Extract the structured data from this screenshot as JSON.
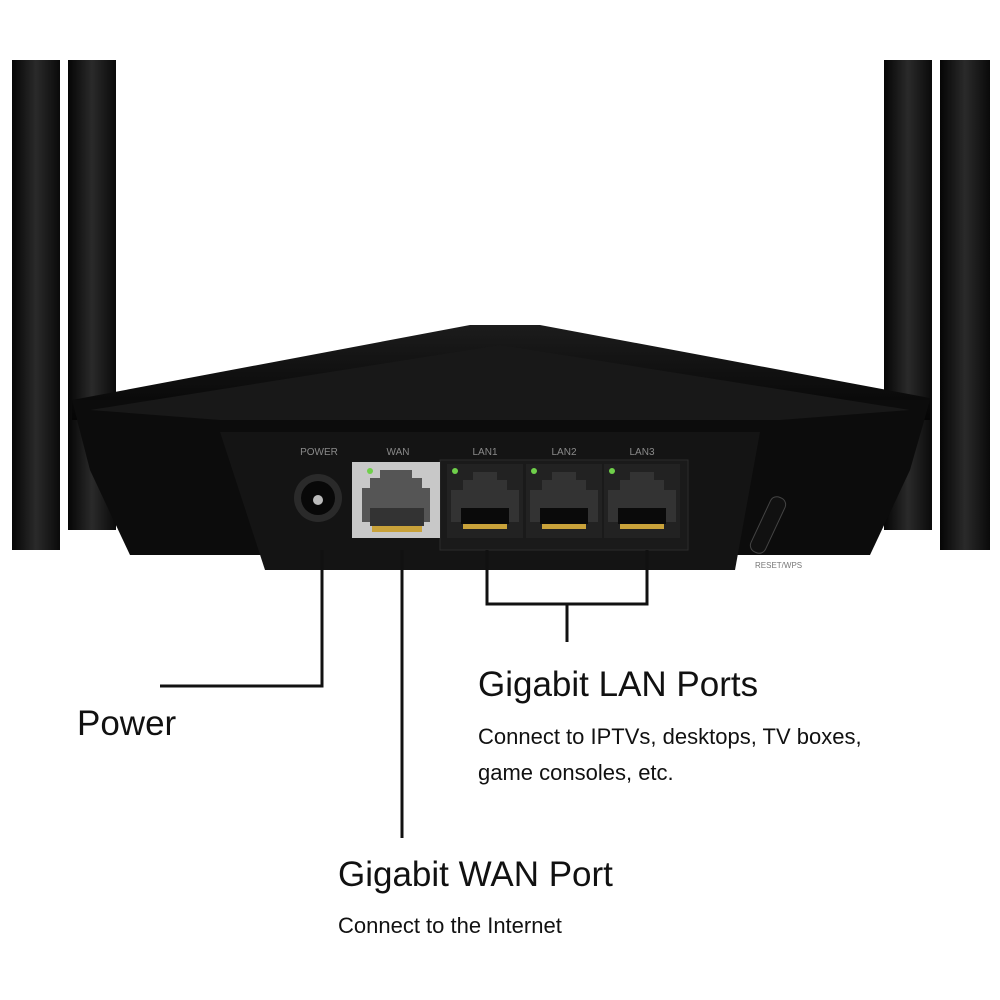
{
  "device": {
    "port_labels": {
      "power": "POWER",
      "wan": "WAN",
      "lan1": "LAN1",
      "lan2": "LAN2",
      "lan3": "LAN3"
    },
    "button_label": "RESET/WPS",
    "led_color": "#6fd04a"
  },
  "callouts": {
    "power": {
      "title": "Power"
    },
    "lan": {
      "title": "Gigabit LAN Ports",
      "desc_line1": "Connect to IPTVs, desktops, TV boxes,",
      "desc_line2": "game consoles, etc."
    },
    "wan": {
      "title": "Gigabit WAN Port",
      "desc": "Connect to the Internet"
    }
  }
}
